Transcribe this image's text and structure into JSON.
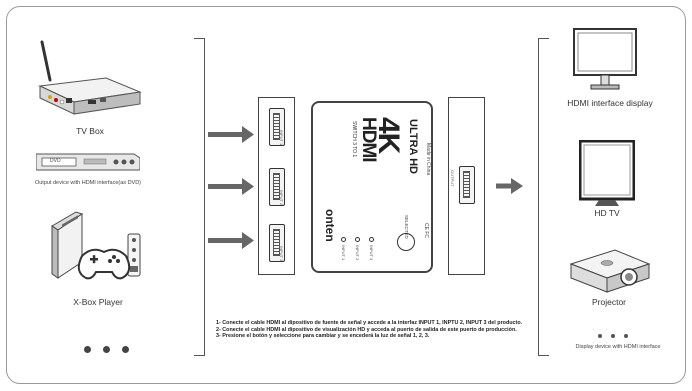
{
  "left_devices": {
    "tv_box": "TV Box",
    "dvd": "Output device with HDMI interface(as DVD)",
    "dvd_screen": "DVD",
    "xbox": "X-Box Player"
  },
  "right_devices": {
    "display": "HDMI interface display",
    "hdtv": "HD TV",
    "projector": "Projector",
    "more": "Display device with HDMI interface"
  },
  "switch": {
    "logo": "HDMI",
    "model": "SWITCH 3 TO 1",
    "res": "4K",
    "ultra": "ULTRA HD",
    "made": "Made in China",
    "brand": "onten",
    "selected": "SELECTED",
    "cert": "CE FC",
    "led1": "INPUT 1",
    "led2": "INPUT 2",
    "led3": "INPUT 3"
  },
  "input_panel": {
    "p1": "INPUT 1",
    "p2": "INPUT 2",
    "p3": "INPUT 3"
  },
  "output_panel": {
    "p": "OUTPUT"
  },
  "instructions": [
    "1- Conecte el cable HDMI al dipositivo de fuente de señal y accede a la interfaz INPUT 1, INPTU 2, INPUT 3 del producto.",
    "2- Conecte el cable HDMI al dipositivo de visualización HD y acceda al puerto de salida de este puerto de producción.",
    "3- Presione el botón y seleccione para cambiar y se encederá la luz de señal 1, 2, 3."
  ]
}
